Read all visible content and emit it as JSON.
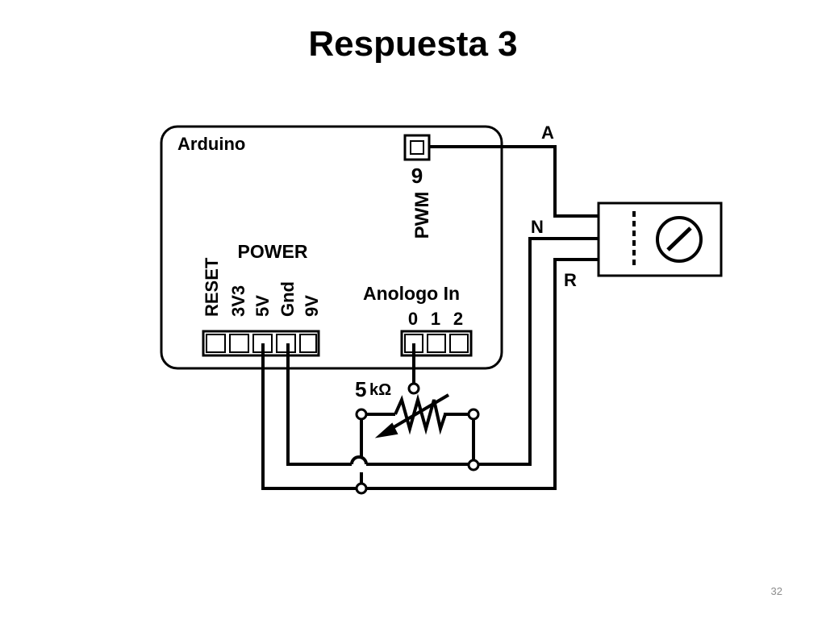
{
  "slide": {
    "title": "Respuesta 3",
    "page_number": "32"
  },
  "arduino": {
    "label": "Arduino",
    "pwm_pin_number": "9",
    "pwm_label": "PWM",
    "power_label": "POWER",
    "power_pins": [
      "RESET",
      "3V3",
      "5V",
      "Gnd",
      "9V"
    ],
    "analog_label": "Anologo In",
    "analog_pins": [
      "0",
      "1",
      "2"
    ]
  },
  "potentiometer": {
    "value_number": "5",
    "value_unit": "kΩ"
  },
  "meter": {
    "terminals": [
      "A",
      "N",
      "R"
    ]
  },
  "colors": {
    "line": "#000000",
    "background": "#ffffff",
    "page_number": "#8c8c8c"
  }
}
